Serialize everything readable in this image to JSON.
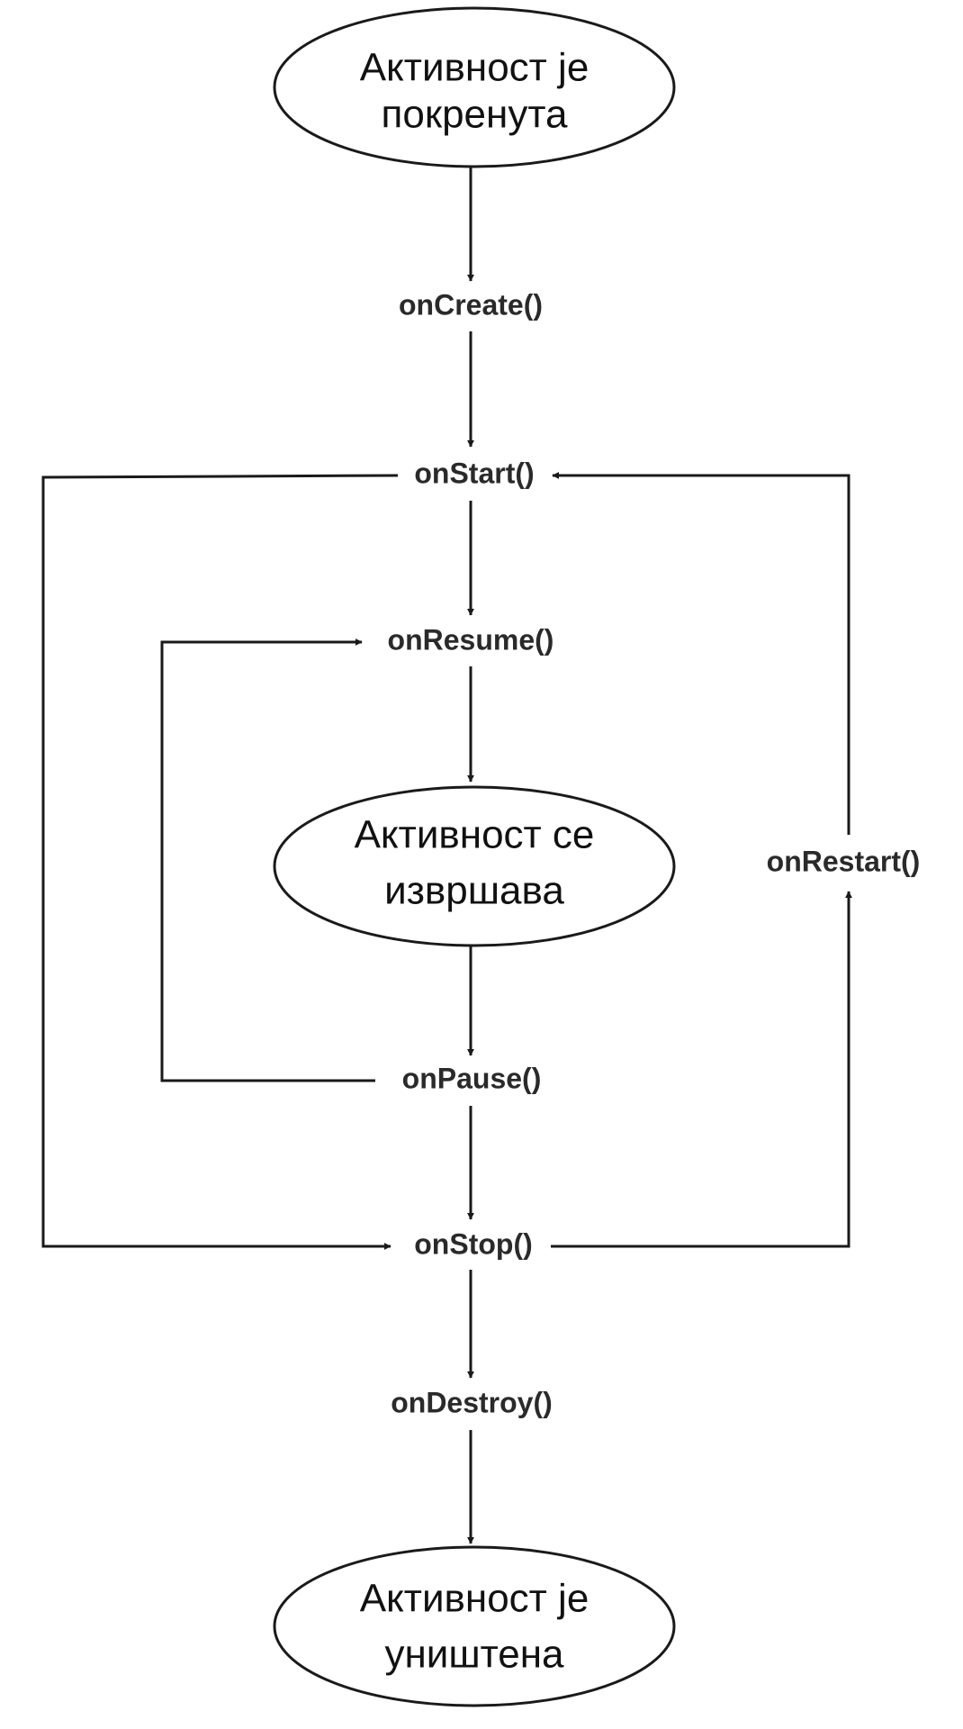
{
  "states": {
    "launched": {
      "line1": "Активност је",
      "line2": "покренута"
    },
    "running": {
      "line1": "Активност се",
      "line2": "извршава"
    },
    "destroyed": {
      "line1": "Активност је",
      "line2": "уништена"
    }
  },
  "methods": {
    "on_create": "onCreate()",
    "on_start": "onStart()",
    "on_resume": "onResume()",
    "on_pause": "onPause()",
    "on_stop": "onStop()",
    "on_restart": "onRestart()",
    "on_destroy": "onDestroy()"
  },
  "colors": {
    "stroke": "#1a1a1a",
    "text": "#2a2a2a",
    "background": "#ffffff"
  }
}
